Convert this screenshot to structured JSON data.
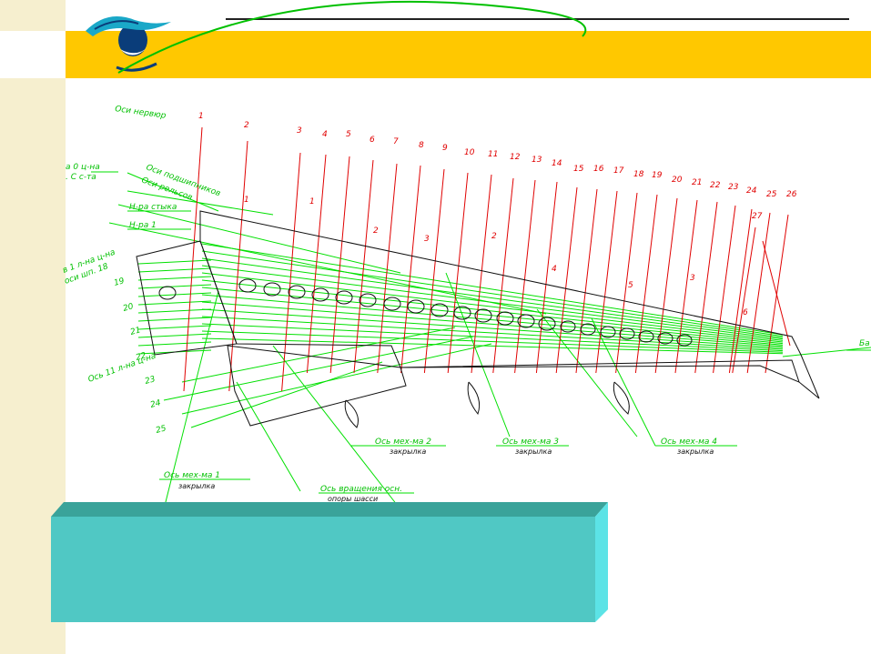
{
  "colors": {
    "strip": "#f6efcf",
    "band": "#ffc800",
    "construction": "#00e000",
    "rib_axis": "#e00000",
    "outline": "#111111",
    "box_front": "#50c8c4",
    "box_top": "#3aa39a",
    "box_side": "#5ce3e6"
  },
  "logo": {
    "icon": "airline-bird-logo-icon"
  },
  "labels": {
    "rib_axes": "Оси нервюр",
    "bearing_axes": "Оси подшипников",
    "rail_axes": "Оси рельсов",
    "stringer_0": "а 0 ц-на",
    "stringer_0b": ". С с-та",
    "joint": "Н-ра стыка",
    "rib_1": "Н-ра 1",
    "stringer_1": "в 1 л-на ц-на",
    "stringer_1b": "оси шп. 18",
    "stringer_11": "Ось 11 л-на ц-на",
    "right_cut": "Ба",
    "flap_mech_1": "Ось мех-ма 1",
    "flap_mech_1b": "закрылка",
    "gear_axis": "Ось вращения осн.",
    "gear_axis_b": "опоры шасси",
    "flap_mech_2": "Ось мех-ма 2",
    "flap_mech_2b": "закрылка",
    "flap_mech_3": "Ось мех-ма 3",
    "flap_mech_3b": "закрылка",
    "flap_mech_4": "Ось мех-ма 4",
    "flap_mech_4b": "закрылка"
  },
  "rib_numbers": [
    "1",
    "2",
    "3",
    "4",
    "5",
    "6",
    "7",
    "8",
    "9",
    "10",
    "11",
    "12",
    "13",
    "14",
    "15",
    "16",
    "17",
    "18",
    "19",
    "20",
    "21",
    "22",
    "23",
    "24",
    "25",
    "26",
    "27"
  ],
  "left_station_numbers": [
    "19",
    "20",
    "21",
    "22",
    "23",
    "24",
    "25"
  ],
  "inner_numbers": [
    "1",
    "1",
    "2",
    "3",
    "2",
    "4",
    "5",
    "3",
    "6"
  ]
}
